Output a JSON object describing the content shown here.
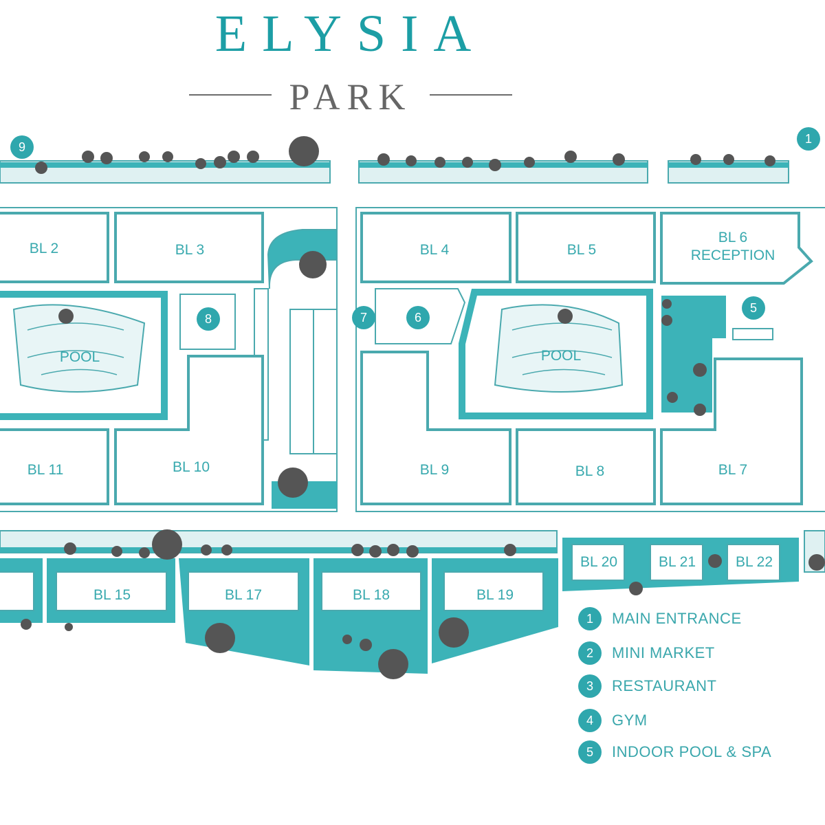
{
  "brand": {
    "title": "ELYSIA",
    "subtitle": "PARK"
  },
  "colors": {
    "teal": "#3cb3b8",
    "teal_light": "#d9eff0",
    "tree": "#555555",
    "line": "#4aa9ae"
  },
  "blocks": [
    {
      "id": "bl2",
      "label": "BL 2"
    },
    {
      "id": "bl3",
      "label": "BL 3"
    },
    {
      "id": "bl4",
      "label": "BL 4"
    },
    {
      "id": "bl5",
      "label": "BL 5"
    },
    {
      "id": "bl6",
      "label": "BL 6",
      "label2": "RECEPTION"
    },
    {
      "id": "bl7",
      "label": "BL 7"
    },
    {
      "id": "bl8",
      "label": "BL 8"
    },
    {
      "id": "bl9",
      "label": "BL 9"
    },
    {
      "id": "bl10",
      "label": "BL 10"
    },
    {
      "id": "bl11",
      "label": "BL 11"
    },
    {
      "id": "bl15",
      "label": "BL 15"
    },
    {
      "id": "bl17",
      "label": "BL 17"
    },
    {
      "id": "bl18",
      "label": "BL 18"
    },
    {
      "id": "bl19",
      "label": "BL 19"
    },
    {
      "id": "bl20",
      "label": "BL 20"
    },
    {
      "id": "bl21",
      "label": "BL 21"
    },
    {
      "id": "bl22",
      "label": "BL 22"
    }
  ],
  "pools": [
    "POOL",
    "POOL"
  ],
  "markers": [
    "1",
    "5",
    "6",
    "7",
    "8",
    "9"
  ],
  "legend": [
    {
      "num": "1",
      "label": "MAIN ENTRANCE"
    },
    {
      "num": "2",
      "label": "MINI MARKET"
    },
    {
      "num": "3",
      "label": "RESTAURANT"
    },
    {
      "num": "4",
      "label": "GYM"
    },
    {
      "num": "5",
      "label": "INDOOR POOL & SPA"
    }
  ]
}
